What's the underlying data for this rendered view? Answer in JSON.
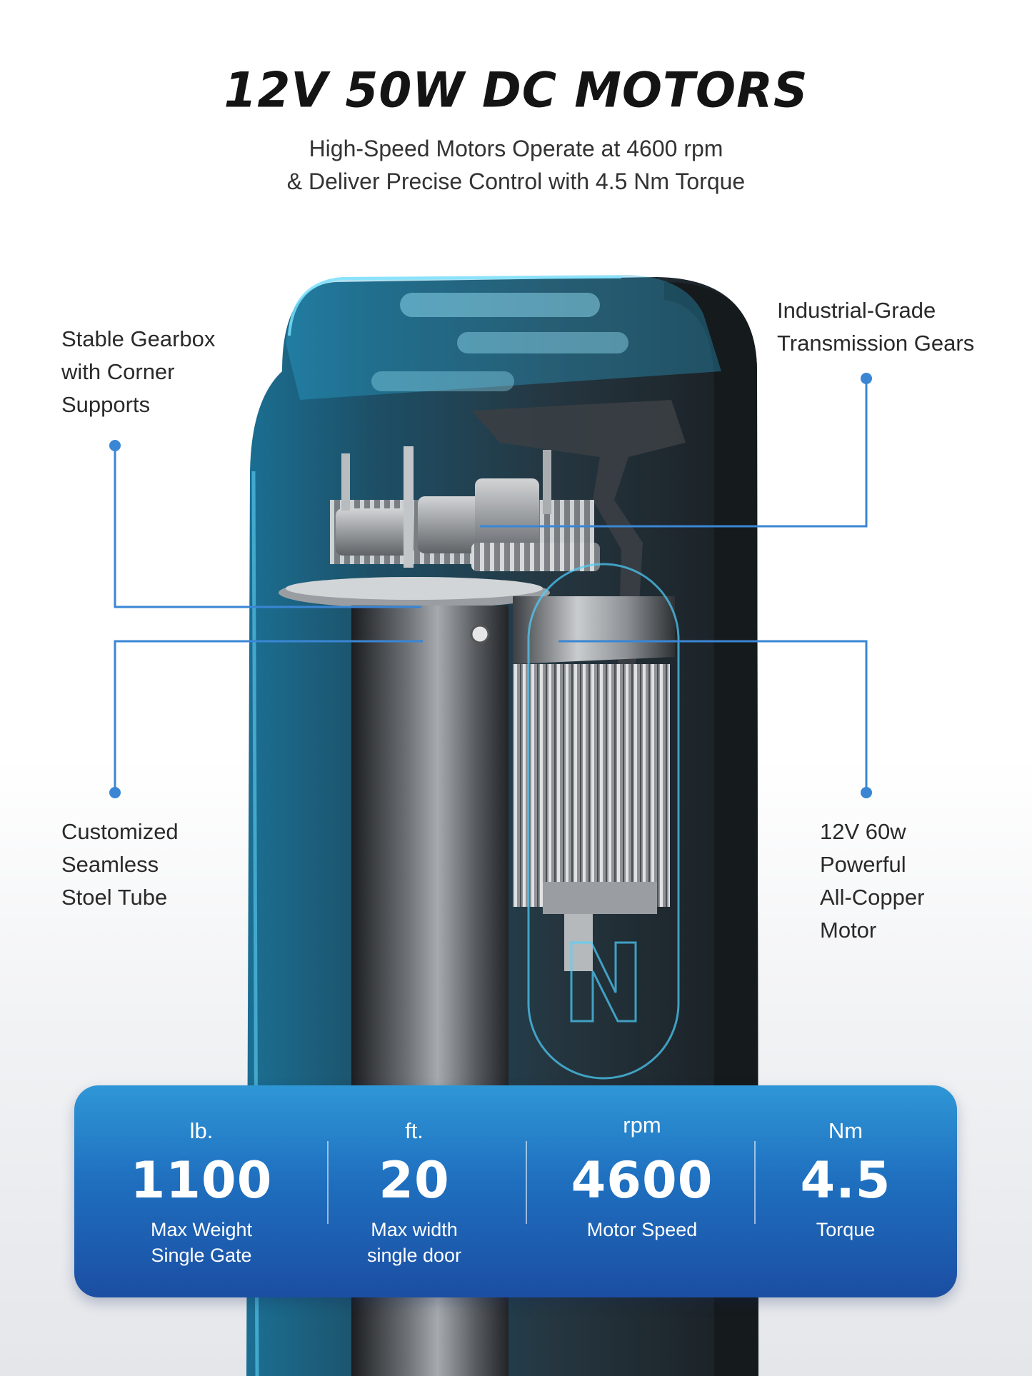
{
  "title": "12V 50W DC MOTORS",
  "subtitle": {
    "line1": "High-Speed Motors Operate at 4600 rpm",
    "line2": "& Deliver Precise Control with 4.5 Nm Torque"
  },
  "callouts": {
    "gearbox": [
      "Stable Gearbox",
      "with Corner",
      "Supports"
    ],
    "gears": [
      "Industrial-Grade",
      "Transmission Gears"
    ],
    "tube": [
      "Customized",
      "Seamless",
      "Stoel Tube"
    ],
    "motor": [
      "12V 60w",
      "Powerful",
      "All-Copper",
      "Motor"
    ]
  },
  "stats": [
    {
      "unit": "lb.",
      "value": "1100",
      "desc": [
        "Max Weight",
        "Single Gate"
      ]
    },
    {
      "unit": "ft.",
      "value": "20",
      "desc": [
        "Max width",
        "single door"
      ]
    },
    {
      "unit": "rpm",
      "value": "4600",
      "desc": [
        "Motor Speed"
      ]
    },
    {
      "unit": "Nm",
      "value": "4.5",
      "desc": [
        "Torque"
      ]
    }
  ],
  "colors": {
    "accent": "#3a86d4",
    "panel_top": "#2f97d6",
    "panel_bottom": "#1b4ea3",
    "housing_glow": "#35c6f0"
  }
}
